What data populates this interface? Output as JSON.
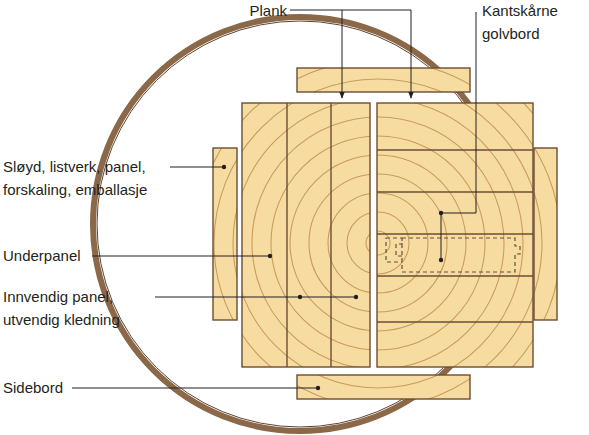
{
  "diagram": {
    "labels": [
      "Plank",
      "Kantskårne golvbord",
      "Sløyd, listverk, panel, forskaling, emballasje",
      "Underpanel",
      "Innvendig panel, utvendig kledning",
      "Sidebord"
    ]
  }
}
